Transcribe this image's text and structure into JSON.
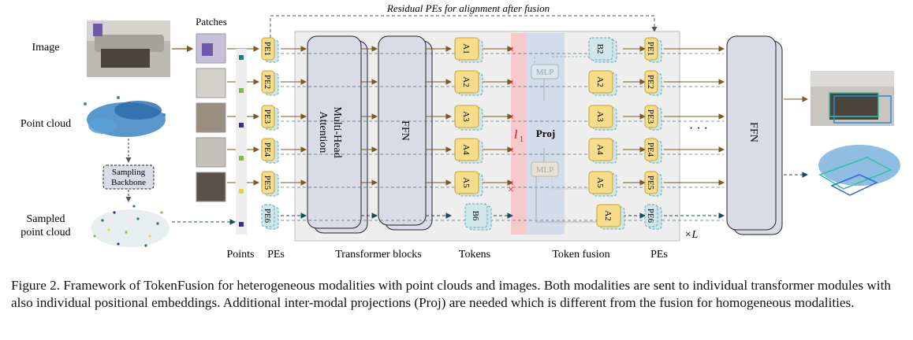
{
  "labels": {
    "image": "Image",
    "point_cloud": "Point cloud",
    "sampling": "Sampling",
    "backbone": "Backbone",
    "sampled_l1": "Sampled",
    "sampled_l2": "point cloud",
    "patches": "Patches",
    "residual": "Residual PEs for alignment after fusion",
    "mha_l1": "Multi-Head",
    "mha_l2": "Attention",
    "ffn": "FFN",
    "l1_sym": "l",
    "l1_sub": "1",
    "proj": "Proj",
    "mlp": "MLP",
    "dots": "· · ·",
    "times_l": "×L"
  },
  "pe_left": [
    "PE1",
    "PE2",
    "PE3",
    "PE4",
    "PE5",
    "PE6"
  ],
  "tokens_a": [
    "A1",
    "A2",
    "A3",
    "A4",
    "A5"
  ],
  "token_b6": "B6",
  "fusion_tokens": [
    "B2",
    "A2",
    "A3",
    "A4",
    "A5",
    "A2"
  ],
  "pe_right": [
    "PE1",
    "PE2",
    "PE3",
    "PE4",
    "PE5",
    "PE6"
  ],
  "bottom_labels": {
    "points": "Points",
    "pes": "PEs",
    "transformer_blocks": "Transformer blocks",
    "tokens": "Tokens",
    "token_fusion": "Token fusion",
    "pes_right": "PEs"
  },
  "point_colors": [
    "#1f7a8c",
    "#7bc043",
    "#3b2c8f",
    "#7bc043",
    "#e8d43a",
    "#3b2c8f"
  ],
  "caption": "Figure 2. Framework of TokenFusion for heterogeneous modalities with point clouds and images. Both modalities are sent to individual transformer modules with also individual positional embeddings. Additional inter-modal projections (Proj) are needed which is different from the fusion for homogeneous modalities.",
  "colors": {
    "pe_fill": "#f7dd8a",
    "pe_stroke": "#c9a02a",
    "pc_fill": "#cfe6ea",
    "pc_stroke": "#5fa3b0",
    "block_fill": "#d9dce6",
    "panel": "#eeeeee",
    "arrow": "#7a5a1e",
    "cross": "#d02020",
    "pink": "#f7c8cc",
    "blue": "#cfd9ea"
  }
}
